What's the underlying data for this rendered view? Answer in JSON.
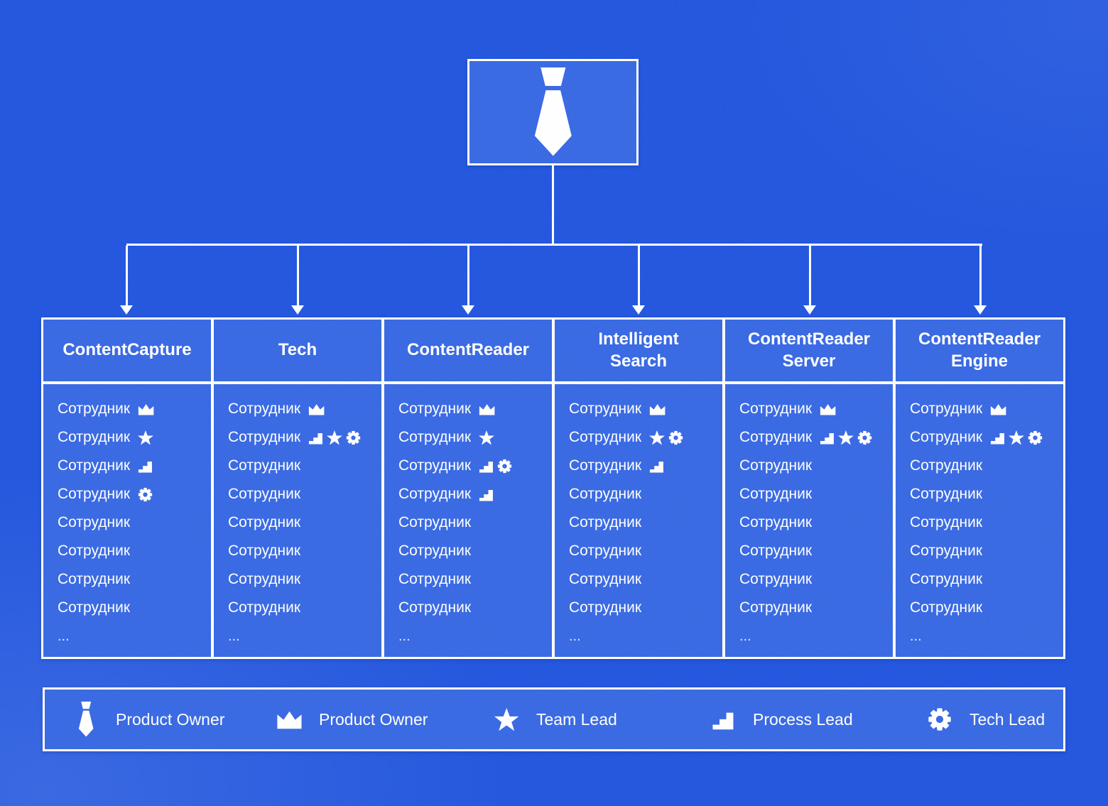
{
  "palette": {
    "background": "#2457de",
    "panel": "#3a6ae3",
    "foreground": "#ffffff"
  },
  "root": {
    "icon": "tie"
  },
  "columns": [
    {
      "title": "ContentCapture",
      "rows": [
        {
          "label": "Сотрудник",
          "icons": [
            "crown"
          ]
        },
        {
          "label": "Сотрудник",
          "icons": [
            "star"
          ]
        },
        {
          "label": "Сотрудник",
          "icons": [
            "stairs"
          ]
        },
        {
          "label": "Сотрудник",
          "icons": [
            "gear"
          ]
        },
        {
          "label": "Сотрудник",
          "icons": []
        },
        {
          "label": "Сотрудник",
          "icons": []
        },
        {
          "label": "Сотрудник",
          "icons": []
        },
        {
          "label": "Сотрудник",
          "icons": []
        },
        {
          "label": "...",
          "icons": []
        }
      ]
    },
    {
      "title": "Tech",
      "rows": [
        {
          "label": "Сотрудник",
          "icons": [
            "crown"
          ]
        },
        {
          "label": "Сотрудник",
          "icons": [
            "stairs",
            "star",
            "gear"
          ]
        },
        {
          "label": "Сотрудник",
          "icons": []
        },
        {
          "label": "Сотрудник",
          "icons": []
        },
        {
          "label": "Сотрудник",
          "icons": []
        },
        {
          "label": "Сотрудник",
          "icons": []
        },
        {
          "label": "Сотрудник",
          "icons": []
        },
        {
          "label": "Сотрудник",
          "icons": []
        },
        {
          "label": "...",
          "icons": []
        }
      ]
    },
    {
      "title": "ContentReader",
      "rows": [
        {
          "label": "Сотрудник",
          "icons": [
            "crown"
          ]
        },
        {
          "label": "Сотрудник",
          "icons": [
            "star"
          ]
        },
        {
          "label": "Сотрудник",
          "icons": [
            "stairs",
            "gear"
          ]
        },
        {
          "label": "Сотрудник",
          "icons": [
            "stairs"
          ]
        },
        {
          "label": "Сотрудник",
          "icons": []
        },
        {
          "label": "Сотрудник",
          "icons": []
        },
        {
          "label": "Сотрудник",
          "icons": []
        },
        {
          "label": "Сотрудник",
          "icons": []
        },
        {
          "label": "...",
          "icons": []
        }
      ]
    },
    {
      "title": "Intelligent Search",
      "rows": [
        {
          "label": "Сотрудник",
          "icons": [
            "crown"
          ]
        },
        {
          "label": "Сотрудник",
          "icons": [
            "star",
            "gear"
          ]
        },
        {
          "label": "Сотрудник",
          "icons": [
            "stairs"
          ]
        },
        {
          "label": "Сотрудник",
          "icons": []
        },
        {
          "label": "Сотрудник",
          "icons": []
        },
        {
          "label": "Сотрудник",
          "icons": []
        },
        {
          "label": "Сотрудник",
          "icons": []
        },
        {
          "label": "Сотрудник",
          "icons": []
        },
        {
          "label": "...",
          "icons": []
        }
      ]
    },
    {
      "title": "ContentReader Server",
      "rows": [
        {
          "label": "Сотрудник",
          "icons": [
            "crown"
          ]
        },
        {
          "label": "Сотрудник",
          "icons": [
            "stairs",
            "star",
            "gear"
          ]
        },
        {
          "label": "Сотрудник",
          "icons": []
        },
        {
          "label": "Сотрудник",
          "icons": []
        },
        {
          "label": "Сотрудник",
          "icons": []
        },
        {
          "label": "Сотрудник",
          "icons": []
        },
        {
          "label": "Сотрудник",
          "icons": []
        },
        {
          "label": "Сотрудник",
          "icons": []
        },
        {
          "label": "...",
          "icons": []
        }
      ]
    },
    {
      "title": "ContentReader Engine",
      "rows": [
        {
          "label": "Сотрудник",
          "icons": [
            "crown"
          ]
        },
        {
          "label": "Сотрудник",
          "icons": [
            "stairs",
            "star",
            "gear"
          ]
        },
        {
          "label": "Сотрудник",
          "icons": []
        },
        {
          "label": "Сотрудник",
          "icons": []
        },
        {
          "label": "Сотрудник",
          "icons": []
        },
        {
          "label": "Сотрудник",
          "icons": []
        },
        {
          "label": "Сотрудник",
          "icons": []
        },
        {
          "label": "Сотрудник",
          "icons": []
        },
        {
          "label": "...",
          "icons": []
        }
      ]
    }
  ],
  "legend": {
    "items": [
      {
        "icon": "tie",
        "label": "Product Owner"
      },
      {
        "icon": "crown",
        "label": "Product Owner"
      },
      {
        "icon": "star",
        "label": "Team Lead"
      },
      {
        "icon": "stairs",
        "label": "Process Lead"
      },
      {
        "icon": "gear",
        "label": "Tech Lead"
      }
    ]
  }
}
